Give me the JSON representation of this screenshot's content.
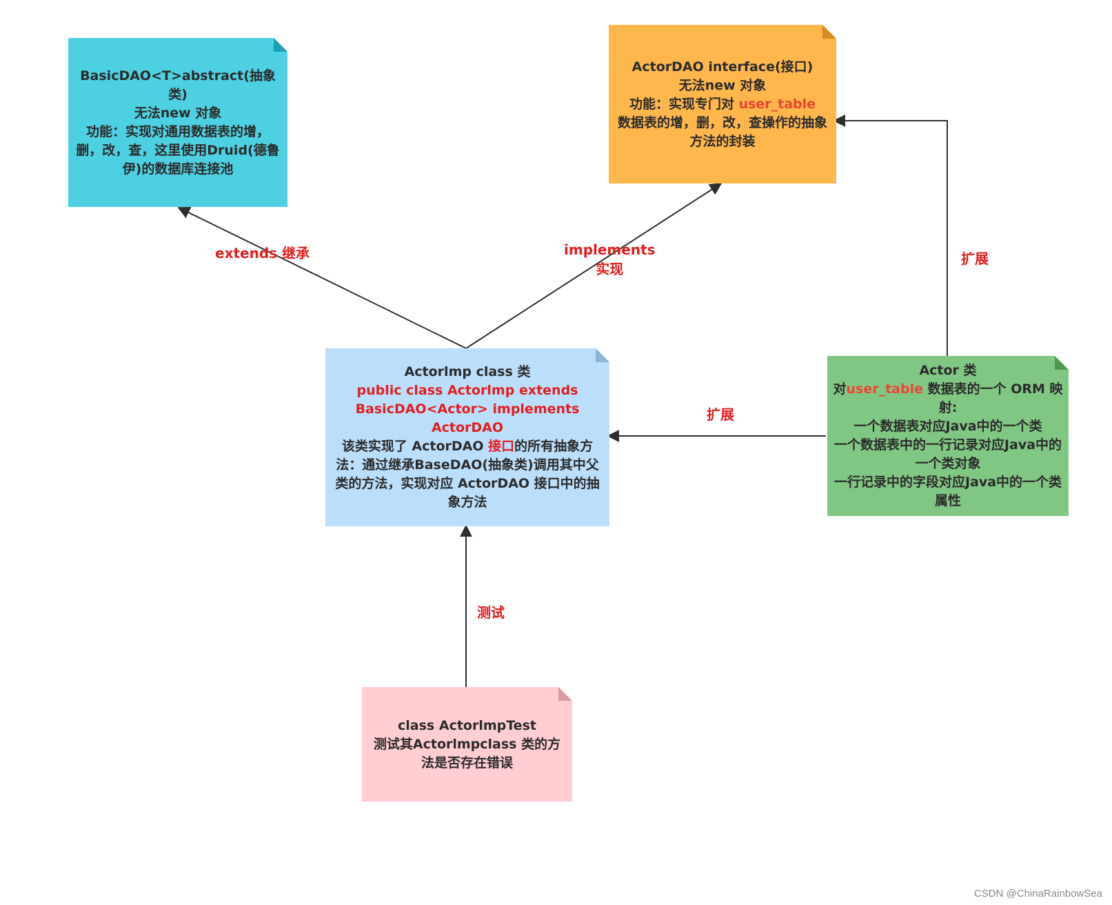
{
  "nodes": {
    "basic_dao": {
      "fill": "#4dd0e1",
      "fold": "#1e9fb5",
      "lines": [
        "BasicDAO<T>abstract(抽象类)",
        "无法new 对象",
        "功能：实现对通用数据表的增，删，改，查，这里使用Druid(德鲁伊)的数据库连接池"
      ]
    },
    "actor_dao": {
      "fill": "#ffb74d",
      "fold": "#d9891f",
      "line1": "ActorDAO   interface(接口)",
      "line2": "无法new 对象",
      "line3_pre": "功能：实现专门对 ",
      "line3_hl": "user_table",
      "line4": "数据表的增，删，改，查操作的抽象方法的封装"
    },
    "actor_imp": {
      "fill": "#bbdefb",
      "fold": "#8bb4d6",
      "line1": "Actorlmp class 类",
      "line2_hl": "public class Actorlmp extends BasicDAO<Actor> implements ActorDAO",
      "line3_pre": "该类实现了 ActorDAO ",
      "line3_hl": "接口",
      "line3_post": "的所有抽象方法：通过继承BaseDAO(抽象类)调用其中父类的方法，实现对应 ActorDAO 接口中的抽象方法"
    },
    "actor": {
      "fill": "#81c784",
      "fold": "#4c9a50",
      "line1": "Actor 类",
      "line2_pre": "对",
      "line2_hl": "user_table",
      "line2_post": " 数据表的一个 ORM 映射:",
      "line3": "一个数据表对应Java中的一个类",
      "line4": "一个数据表中的一行记录对应Java中的一个类对象",
      "line5": "一行记录中的字段对应Java中的一个类属性"
    },
    "actor_imp_test": {
      "fill": "#ffcdd2",
      "fold": "#d99aa1",
      "line1": "class ActorlmpTest",
      "line2": "测试其Actorlmpclass 类的方法是否存在错误"
    }
  },
  "edges": {
    "extends": "extends 继承",
    "implements": "implements\n实现",
    "extend_right": "扩展",
    "extend_mid": "扩展",
    "test": "测试"
  },
  "colors": {
    "edge": "#2e2e2e",
    "label": "#e21e1e"
  },
  "watermark": "CSDN @ChinaRainbowSea"
}
